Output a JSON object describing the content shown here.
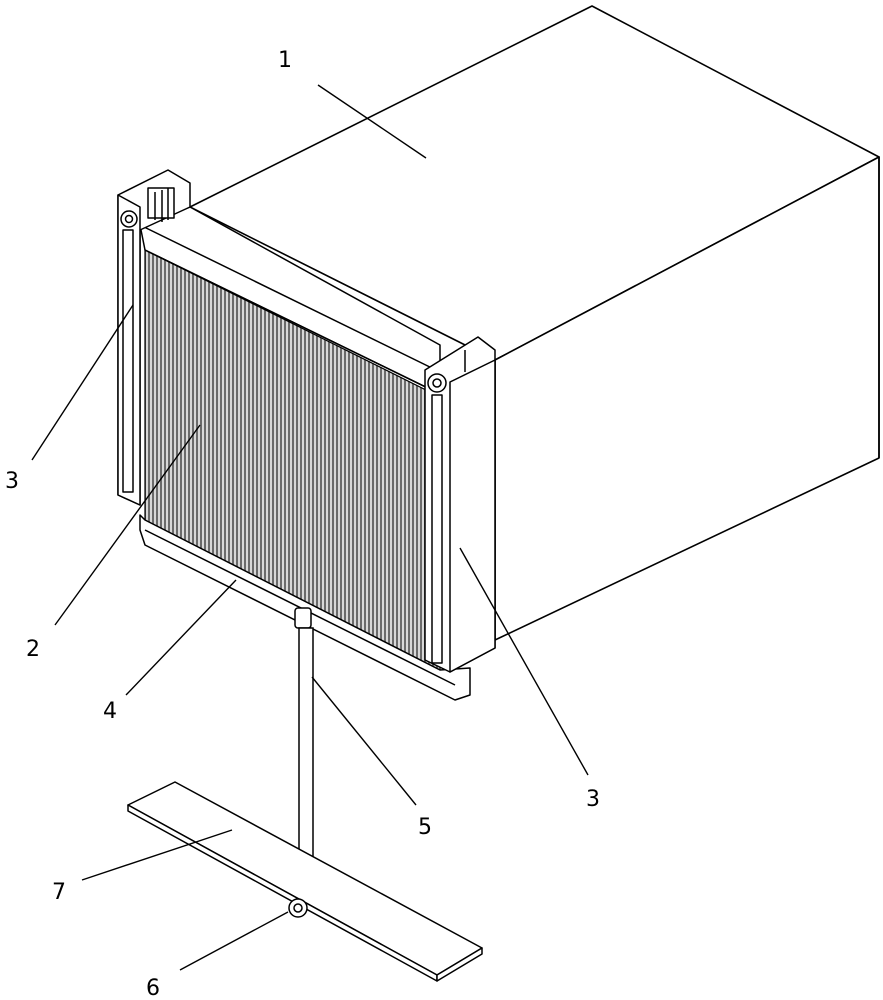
{
  "figure": {
    "type": "patent-drawing",
    "line_color": "#000000",
    "background_color": "#ffffff",
    "panel_fill_color": "#9a9a9a",
    "callouts": [
      {
        "id": "c1",
        "label": "1"
      },
      {
        "id": "c2",
        "label": "2"
      },
      {
        "id": "c3a",
        "label": "3"
      },
      {
        "id": "c3b",
        "label": "3"
      },
      {
        "id": "c4",
        "label": "4"
      },
      {
        "id": "c5",
        "label": "5"
      },
      {
        "id": "c6",
        "label": "6"
      },
      {
        "id": "c7",
        "label": "7"
      }
    ]
  }
}
